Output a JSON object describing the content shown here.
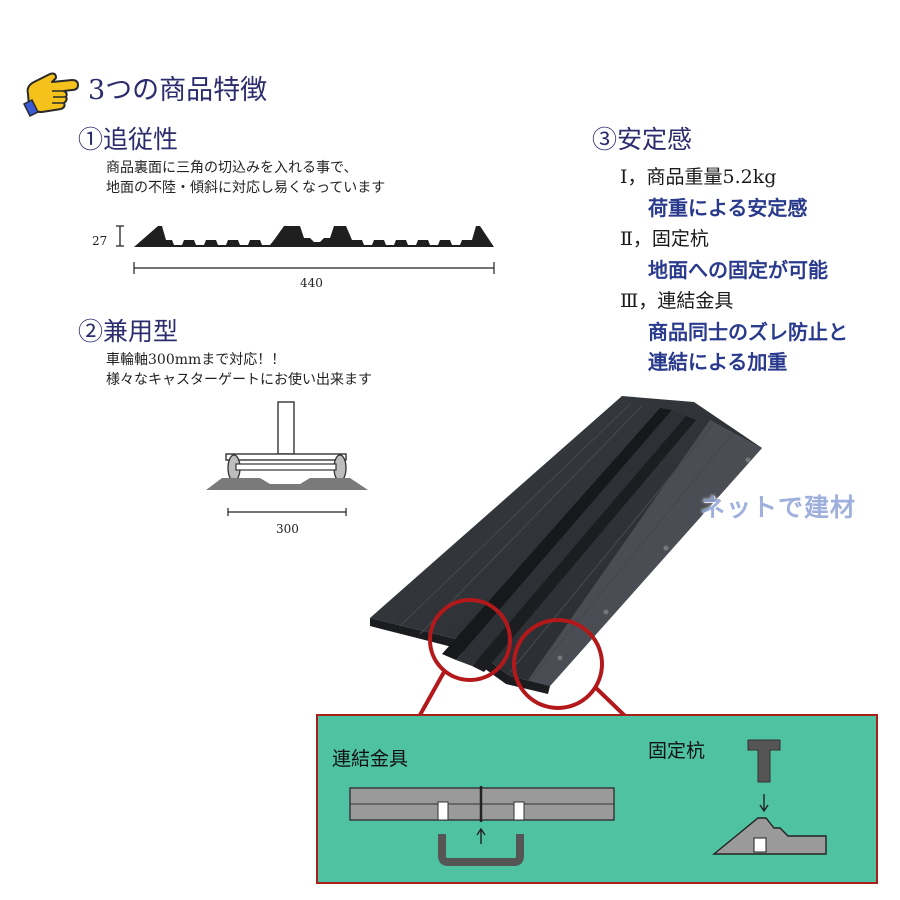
{
  "title": "3つの商品特徴",
  "feature1": {
    "heading": "①追従性",
    "lines": [
      "商品裏面に三角の切込みを入れる事で、",
      "地面の不陸・傾斜に対応し易くなっています"
    ],
    "height_label": "27",
    "width_label": "440"
  },
  "feature2": {
    "heading": "②兼用型",
    "lines": [
      "車輪軸300mmまで対応！！",
      "様々なキャスターゲートにお使い出来ます"
    ],
    "width_label": "300"
  },
  "feature3": {
    "heading": "③安定感",
    "items": [
      {
        "label": "Ⅰ，商品重量5.2kg",
        "sub": [
          "荷重による安定感"
        ]
      },
      {
        "label": "Ⅱ，固定杭",
        "sub": [
          "地面への固定が可能"
        ]
      },
      {
        "label": "Ⅲ，連結金具",
        "sub": [
          "商品同士のズレ防止と",
          "連結による加重"
        ]
      }
    ]
  },
  "watermark": "ネットで建材",
  "detail": {
    "connector_label": "連結金具",
    "stake_label": "固定杭"
  },
  "colors": {
    "heading": "#2c2c6e",
    "subtext": "#2a3a8c",
    "panel_bg": "#4fc2a2",
    "callout_red": "#b3191b",
    "product": "#2e3236"
  },
  "icons": [
    "pointing-hand-icon",
    "arrow-up-icon",
    "arrow-down-icon"
  ]
}
